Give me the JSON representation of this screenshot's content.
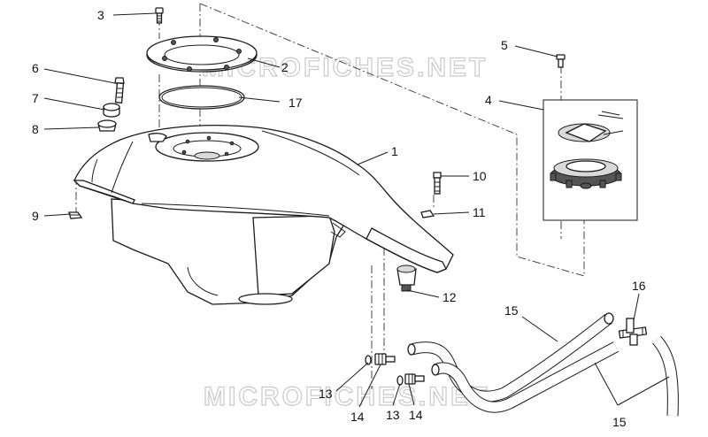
{
  "watermark": {
    "top": "MICROFICHES.NET",
    "bottom": "MICROFICHES.NET"
  },
  "callouts": [
    {
      "id": "c3",
      "text": "3"
    },
    {
      "id": "c2",
      "text": "2"
    },
    {
      "id": "c6",
      "text": "6"
    },
    {
      "id": "c17",
      "text": "17"
    },
    {
      "id": "c7",
      "text": "7"
    },
    {
      "id": "c8",
      "text": "8"
    },
    {
      "id": "c1",
      "text": "1"
    },
    {
      "id": "c9",
      "text": "9"
    },
    {
      "id": "c5",
      "text": "5"
    },
    {
      "id": "c4",
      "text": "4"
    },
    {
      "id": "c10",
      "text": "10"
    },
    {
      "id": "c11",
      "text": "11"
    },
    {
      "id": "c12",
      "text": "12"
    },
    {
      "id": "c15a",
      "text": "15"
    },
    {
      "id": "c16",
      "text": "16"
    },
    {
      "id": "c13a",
      "text": "13"
    },
    {
      "id": "c14a",
      "text": "14"
    },
    {
      "id": "c13b",
      "text": "13"
    },
    {
      "id": "c14b",
      "text": "14"
    },
    {
      "id": "c15b",
      "text": "15"
    }
  ]
}
